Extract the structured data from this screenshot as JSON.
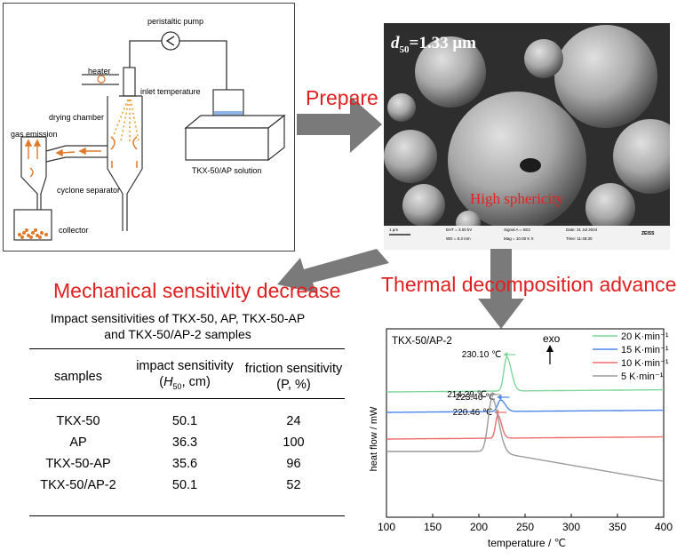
{
  "schematic": {
    "labels": {
      "pump": "peristaltic pump",
      "heater": "heater",
      "inlet": "inlet temperature",
      "chamber": "drying chamber",
      "gas": "gas emission",
      "cyclone": "cyclone separator",
      "collector": "collector",
      "solution": "TKX-50/AP solution"
    }
  },
  "sem": {
    "d50_prefix": "d",
    "d50_sub": "50",
    "d50_value": "=1.33 μm",
    "caption": "High sphericity",
    "footer": {
      "scale": "1 μm",
      "eht": "EHT = 3.00 kV",
      "wd": "WD = 8.3 mm",
      "signal": "Signal A = SE2",
      "mag": "Mag = 10.00 K X",
      "date": "Date: 31 Jul 2024",
      "time": "Time: 11:48:30",
      "brand": "ZEISS"
    }
  },
  "arrows": {
    "prepare": "Prepare",
    "mechanical": "Mechanical sensitivity decrease",
    "thermal": "Thermal decomposition advance"
  },
  "table": {
    "title_line1": "Impact sensitivities of TKX-50, AP, TKX-50-AP",
    "title_line2": "and TKX-50/AP-2 samples",
    "headers": {
      "samples": "samples",
      "impact_l1": "impact sensitivity",
      "impact_l2_pre": "(",
      "impact_l2_H": "H",
      "impact_l2_sub": "50",
      "impact_l2_post": ", cm)",
      "friction_l1": "friction sensitivity",
      "friction_l2": "(P, %)"
    },
    "rows": [
      {
        "sample": "TKX-50",
        "impact": "50.1",
        "friction": "24"
      },
      {
        "sample": "AP",
        "impact": "36.3",
        "friction": "100"
      },
      {
        "sample": "TKX-50-AP",
        "impact": "35.6",
        "friction": "96"
      },
      {
        "sample": "TKX-50/AP-2",
        "impact": "50.1",
        "friction": "52"
      }
    ]
  },
  "chart_data": {
    "type": "line",
    "title": "TKX-50/AP-2",
    "exo_label": "exo",
    "xlabel": "temperature / ℃",
    "ylabel": "heat flow / mW",
    "xlim": [
      100,
      400
    ],
    "xticks": [
      "100",
      "150",
      "200",
      "250",
      "300",
      "350",
      "400"
    ],
    "series": [
      {
        "name": "20 K·min⁻¹",
        "color": "#7dd79a",
        "peak_x": 230.1,
        "peak_label": "230.10 ℃"
      },
      {
        "name": "15 K·min⁻¹",
        "color": "#4a86e8",
        "peak_x": 223.46,
        "peak_label": "223.46 ℃"
      },
      {
        "name": "10 K·min⁻¹",
        "color": "#ef6b6b",
        "peak_x": 220.46,
        "peak_label": "220.46 ℃"
      },
      {
        "name": "5 K·min⁻¹",
        "color": "#9a9a9a",
        "peak_x": 214.29,
        "peak_label": "214.29 ℃"
      }
    ]
  }
}
